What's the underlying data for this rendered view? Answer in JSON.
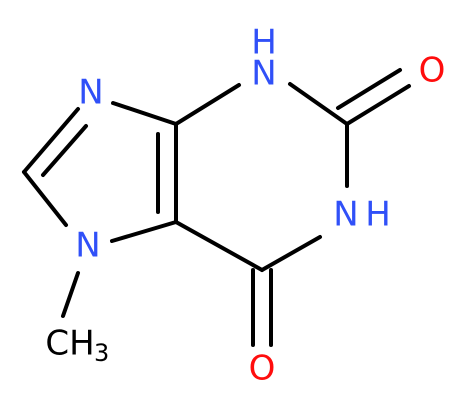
{
  "molecule": {
    "atoms": {
      "n9": "N",
      "n3_h": "H",
      "n3": "N",
      "o2": "O",
      "n1": "N",
      "n1_h": "H",
      "n7": "N",
      "o6": "O",
      "ch3_c": "CH",
      "ch3_sub": "3"
    },
    "colors": {
      "nitrogen": "#3050F8",
      "oxygen": "#FF0D0D",
      "carbon": "#000000",
      "bond": "#000000"
    }
  }
}
